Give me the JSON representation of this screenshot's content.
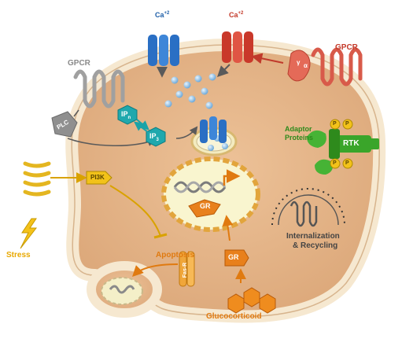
{
  "labels": {
    "ca_left": "Ca",
    "ca_left_sup": "+2",
    "ca_right": "Ca",
    "ca_right_sup": "+2",
    "gpcr_left": "GPCR",
    "gpcr_right": "GPCR",
    "plc": "PLC",
    "ip_top": "IP",
    "ip_top_sub": "n",
    "ip_bottom": "IP",
    "ip_bottom_sub": "3",
    "adaptor_line1": "Adaptor",
    "adaptor_line2": "Proteins",
    "rtk": "RTK",
    "p": "P",
    "pi3k": "PI3K",
    "gr_nucleus": "GR",
    "gr_cytoplasm": "GR",
    "internalization_line1": "Internalization",
    "internalization_line2": "& Recycling",
    "apoptosis": "Apoptosis",
    "fas_r": "Fas-R",
    "stress": "Stress",
    "glucocorticoid": "Glucocorticoid",
    "gamma": "γ",
    "alpha": "α"
  },
  "colors": {
    "cytoplasm": "#e8b98a",
    "membrane": "#f7ecd8",
    "nucleus": "#f8f4cc",
    "nucleus_border": "#e0a23a",
    "calcium": "#8ec3ea",
    "channel_blue": "#2a6fc4",
    "channel_red": "#d9452f",
    "gpcr_gray": "#9a9a9a",
    "gpcr_red": "#d85a4a",
    "green": "#3aa52a",
    "orange": "#e7801a",
    "teal": "#1aa3a8",
    "yellow": "#f2c21a"
  }
}
